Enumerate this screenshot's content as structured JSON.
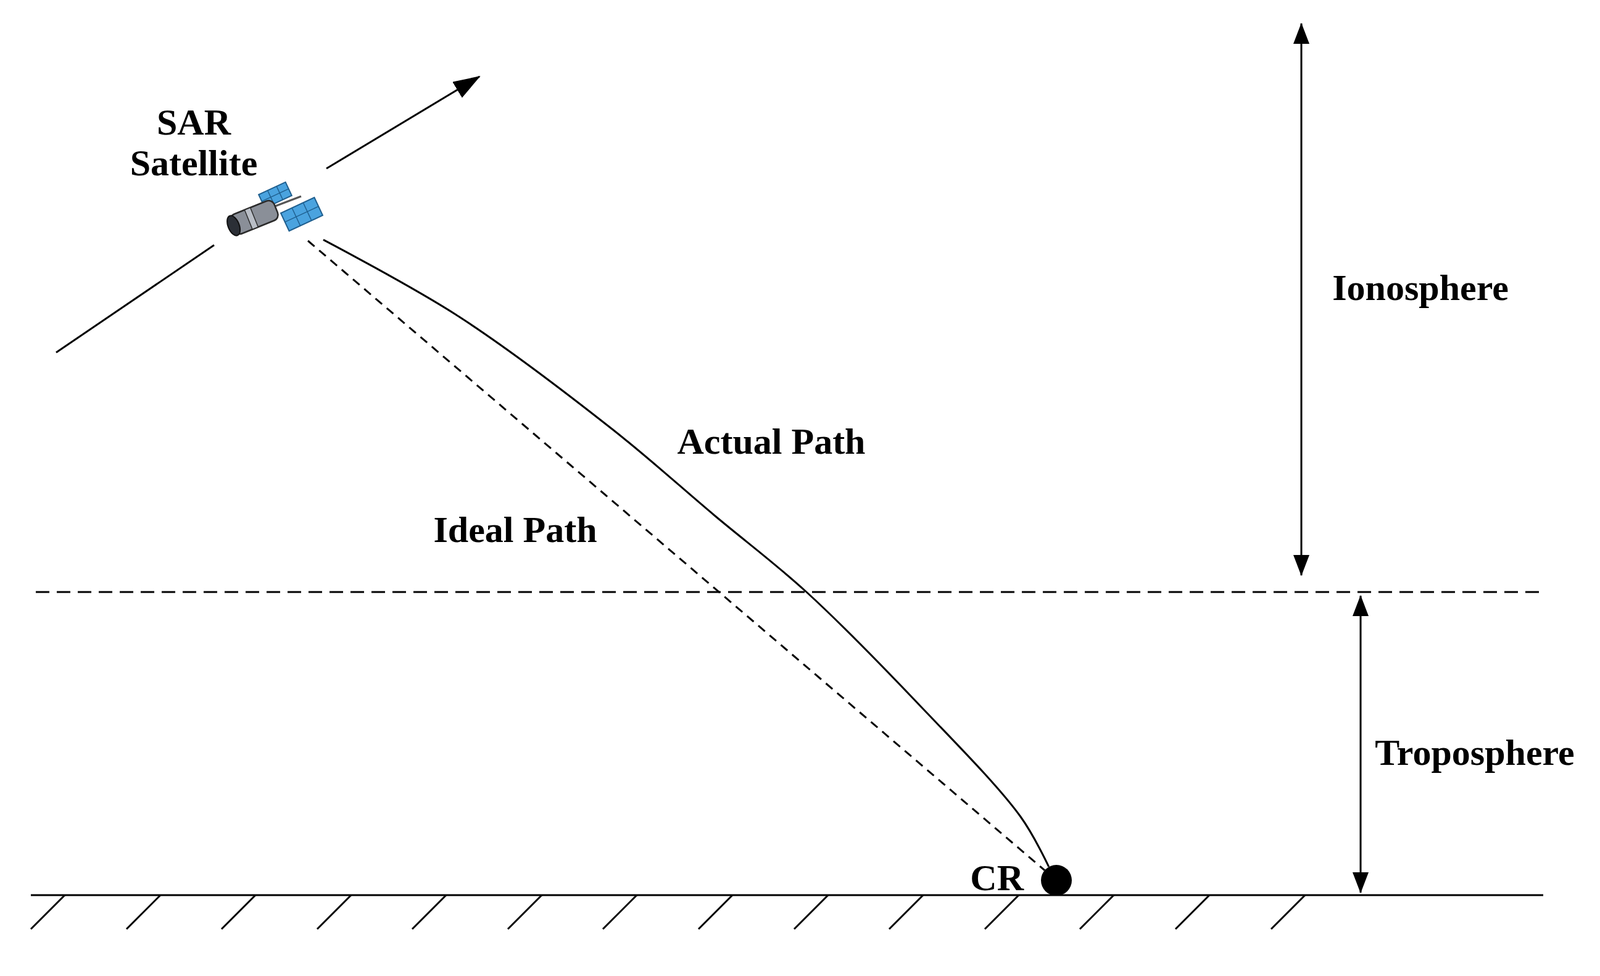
{
  "diagram": {
    "nodes": [
      {
        "text": [
          "SAR Satellite"
        ]
      },
      {
        "text": [
          "CR"
        ]
      }
    ],
    "edges": [
      {
        "from": 0,
        "to": 1,
        "arrow": "none",
        "label": "Actual Path"
      },
      {
        "from": 0,
        "to": 1,
        "arrow": "none",
        "label": "Ideal Path"
      }
    ],
    "labels": [
      "Ionosphere",
      "Troposphere"
    ]
  }
}
